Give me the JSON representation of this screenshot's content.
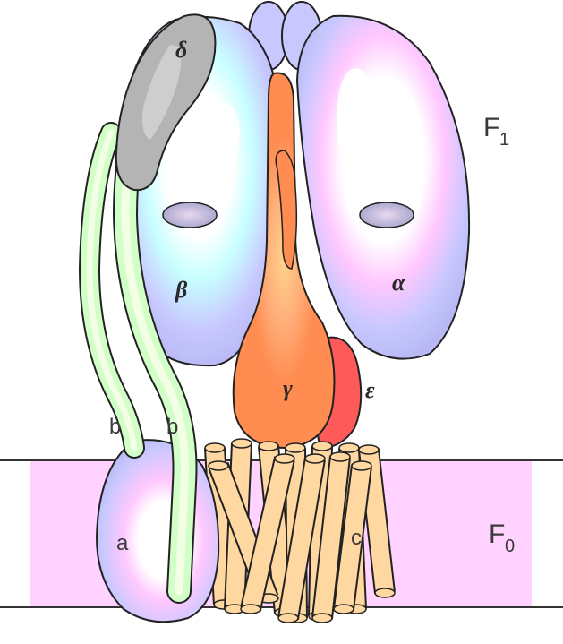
{
  "labels": {
    "delta": "δ",
    "beta": "β",
    "alpha": "α",
    "gamma": "γ",
    "epsilon": "ε",
    "b_left": "b",
    "b_right": "b",
    "a": "a",
    "c": "c",
    "F1_letter": "F",
    "F1_sub": "1",
    "F0_letter": "F",
    "F0_sub": "0"
  },
  "colors": {
    "membrane": "#ffd2ff",
    "alpha_beta": "#c8c8ff",
    "beta_core": "#c8ffff",
    "alpha_core": "#ffc8ff",
    "gamma": "#ff8c50",
    "epsilon": "#ff5a5a",
    "stalk_b": "#d2ffc8",
    "delta": "#a0a0a0",
    "c_ring": "#ffd7a0"
  }
}
